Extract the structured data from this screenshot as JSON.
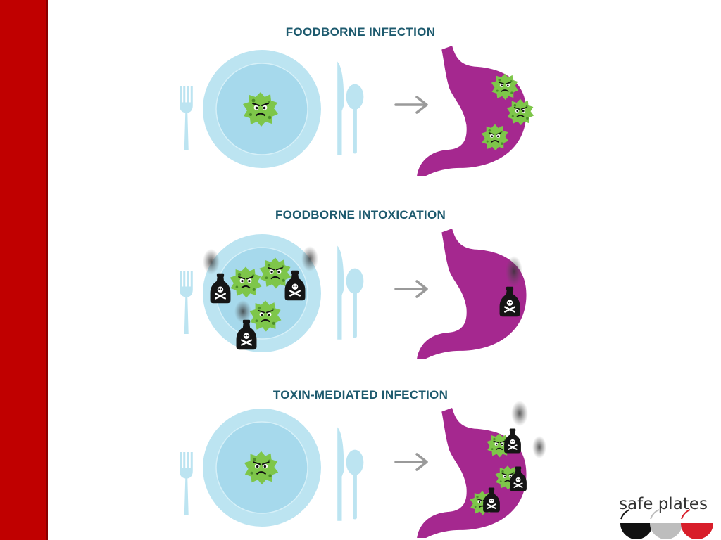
{
  "panels": [
    {
      "title": "FOODBORNE INFECTION",
      "plate_contents": [
        "germ"
      ],
      "stomach_contents": [
        "germ",
        "germ",
        "germ"
      ]
    },
    {
      "title": "FOODBORNE INTOXICATION",
      "plate_contents": [
        "germ",
        "germ",
        "germ",
        "toxin-bottle",
        "toxin-bottle",
        "toxin-bottle"
      ],
      "stomach_contents": [
        "toxin-bottle"
      ]
    },
    {
      "title": "TOXIN-MEDIATED INFECTION",
      "plate_contents": [
        "germ"
      ],
      "stomach_contents": [
        "germ",
        "germ",
        "germ",
        "toxin-bottle",
        "toxin-bottle",
        "toxin-bottle"
      ]
    }
  ],
  "logo": {
    "text": "safe plates",
    "dot_colors": [
      "#111111",
      "#bdbdbd",
      "#d81e2a"
    ]
  },
  "colors": {
    "sidebar": "#c00000",
    "title": "#1d5a6e",
    "plate_outer": "#bce4f1",
    "plate_inner": "#a6d9ec",
    "cutlery": "#bce4f1",
    "stomach": "#a5288f",
    "germ": "#7ec64a",
    "germ_dark": "#4d8f2b",
    "bottle": "#151515",
    "arrow": "#9a9a9a"
  },
  "icons": {
    "fork": "fork-icon",
    "knife": "knife-icon",
    "spoon": "spoon-icon",
    "arrow": "arrow-right-icon",
    "germ": "germ-icon",
    "toxin": "toxin-bottle-icon",
    "stomach": "stomach-icon"
  }
}
